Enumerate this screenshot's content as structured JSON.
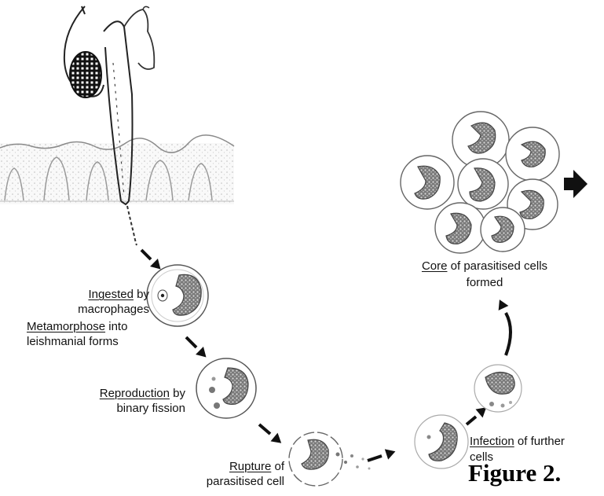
{
  "figure_label": "Figure 2.",
  "steps": {
    "ingested": {
      "key": "Ingested",
      "rest": " by",
      "line2": "macrophages"
    },
    "metamorphose": {
      "key": "Metamorphose",
      "rest": " into",
      "line2": "leishmanial forms"
    },
    "reproduction": {
      "key": "Reproduction",
      "rest": " by",
      "line2": "binary fission"
    },
    "rupture": {
      "key": "Rupture",
      "rest": " of",
      "line2": "parasitised cell"
    },
    "infection": {
      "key": "Infection",
      "rest": " of further",
      "line2": "cells"
    },
    "core": {
      "key": "Core",
      "rest": " of parasitised cells",
      "line2": "formed"
    }
  }
}
